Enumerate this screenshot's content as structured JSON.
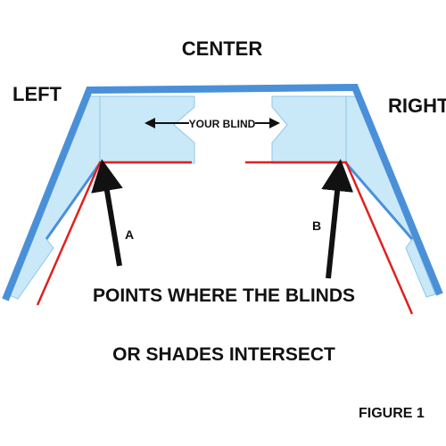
{
  "labels": {
    "center": "CENTER",
    "left": "LEFT",
    "right": "RIGHT",
    "your_blind": "YOUR BLIND",
    "point_a": "A",
    "point_b": "B",
    "note_line1": "POINTS WHERE THE BLINDS",
    "note_line2": "OR SHADES INTERSECT",
    "figure": "FIGURE 1"
  },
  "colors": {
    "frame": "#4a90d9",
    "blind": "#c9e9f8",
    "intersect_line": "#e02020",
    "arrow": "#111111",
    "text": "#111111"
  }
}
